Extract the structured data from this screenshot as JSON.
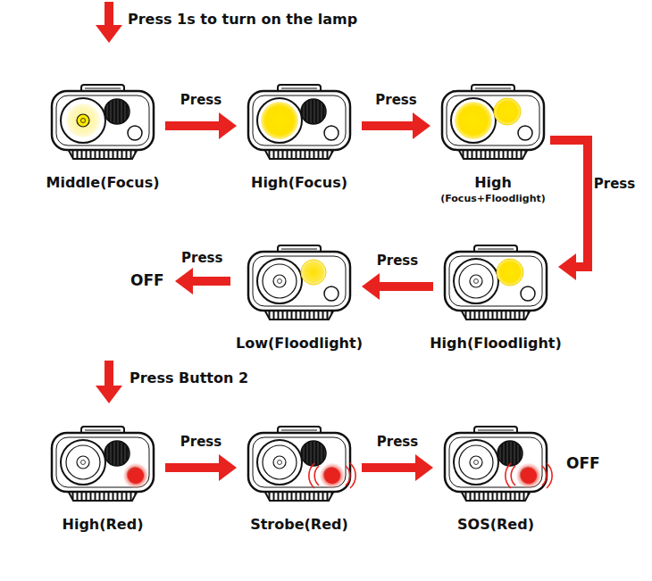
{
  "diagram": {
    "nodes": [
      {
        "text": [
          "Middle(Focus)"
        ]
      },
      {
        "text": [
          "High(Focus)"
        ]
      },
      {
        "text": [
          "High",
          "(Focus+Floodlight)"
        ]
      },
      {
        "text": [
          "Low(Floodlight)"
        ]
      },
      {
        "text": [
          "High(Floodlight)"
        ]
      },
      {
        "text": [
          "High(Red)"
        ]
      },
      {
        "text": [
          "Strobe(Red)"
        ]
      },
      {
        "text": [
          "SOS(Red)"
        ]
      }
    ],
    "edges": [
      {
        "from": 0,
        "to": 1,
        "label": "Press",
        "arrow": "to"
      },
      {
        "from": 1,
        "to": 2,
        "label": "Press",
        "arrow": "to"
      },
      {
        "from": 2,
        "to": 4,
        "label": "Press",
        "arrow": "to"
      },
      {
        "from": 4,
        "to": 3,
        "label": "Press",
        "arrow": "to"
      },
      {
        "from": 5,
        "to": 6,
        "label": "Press",
        "arrow": "to"
      },
      {
        "from": 6,
        "to": 7,
        "label": "Press",
        "arrow": "to"
      }
    ],
    "labels": [
      "Press 1s to turn on the lamp",
      "Press",
      "OFF",
      "Press Button 2",
      "OFF"
    ]
  }
}
